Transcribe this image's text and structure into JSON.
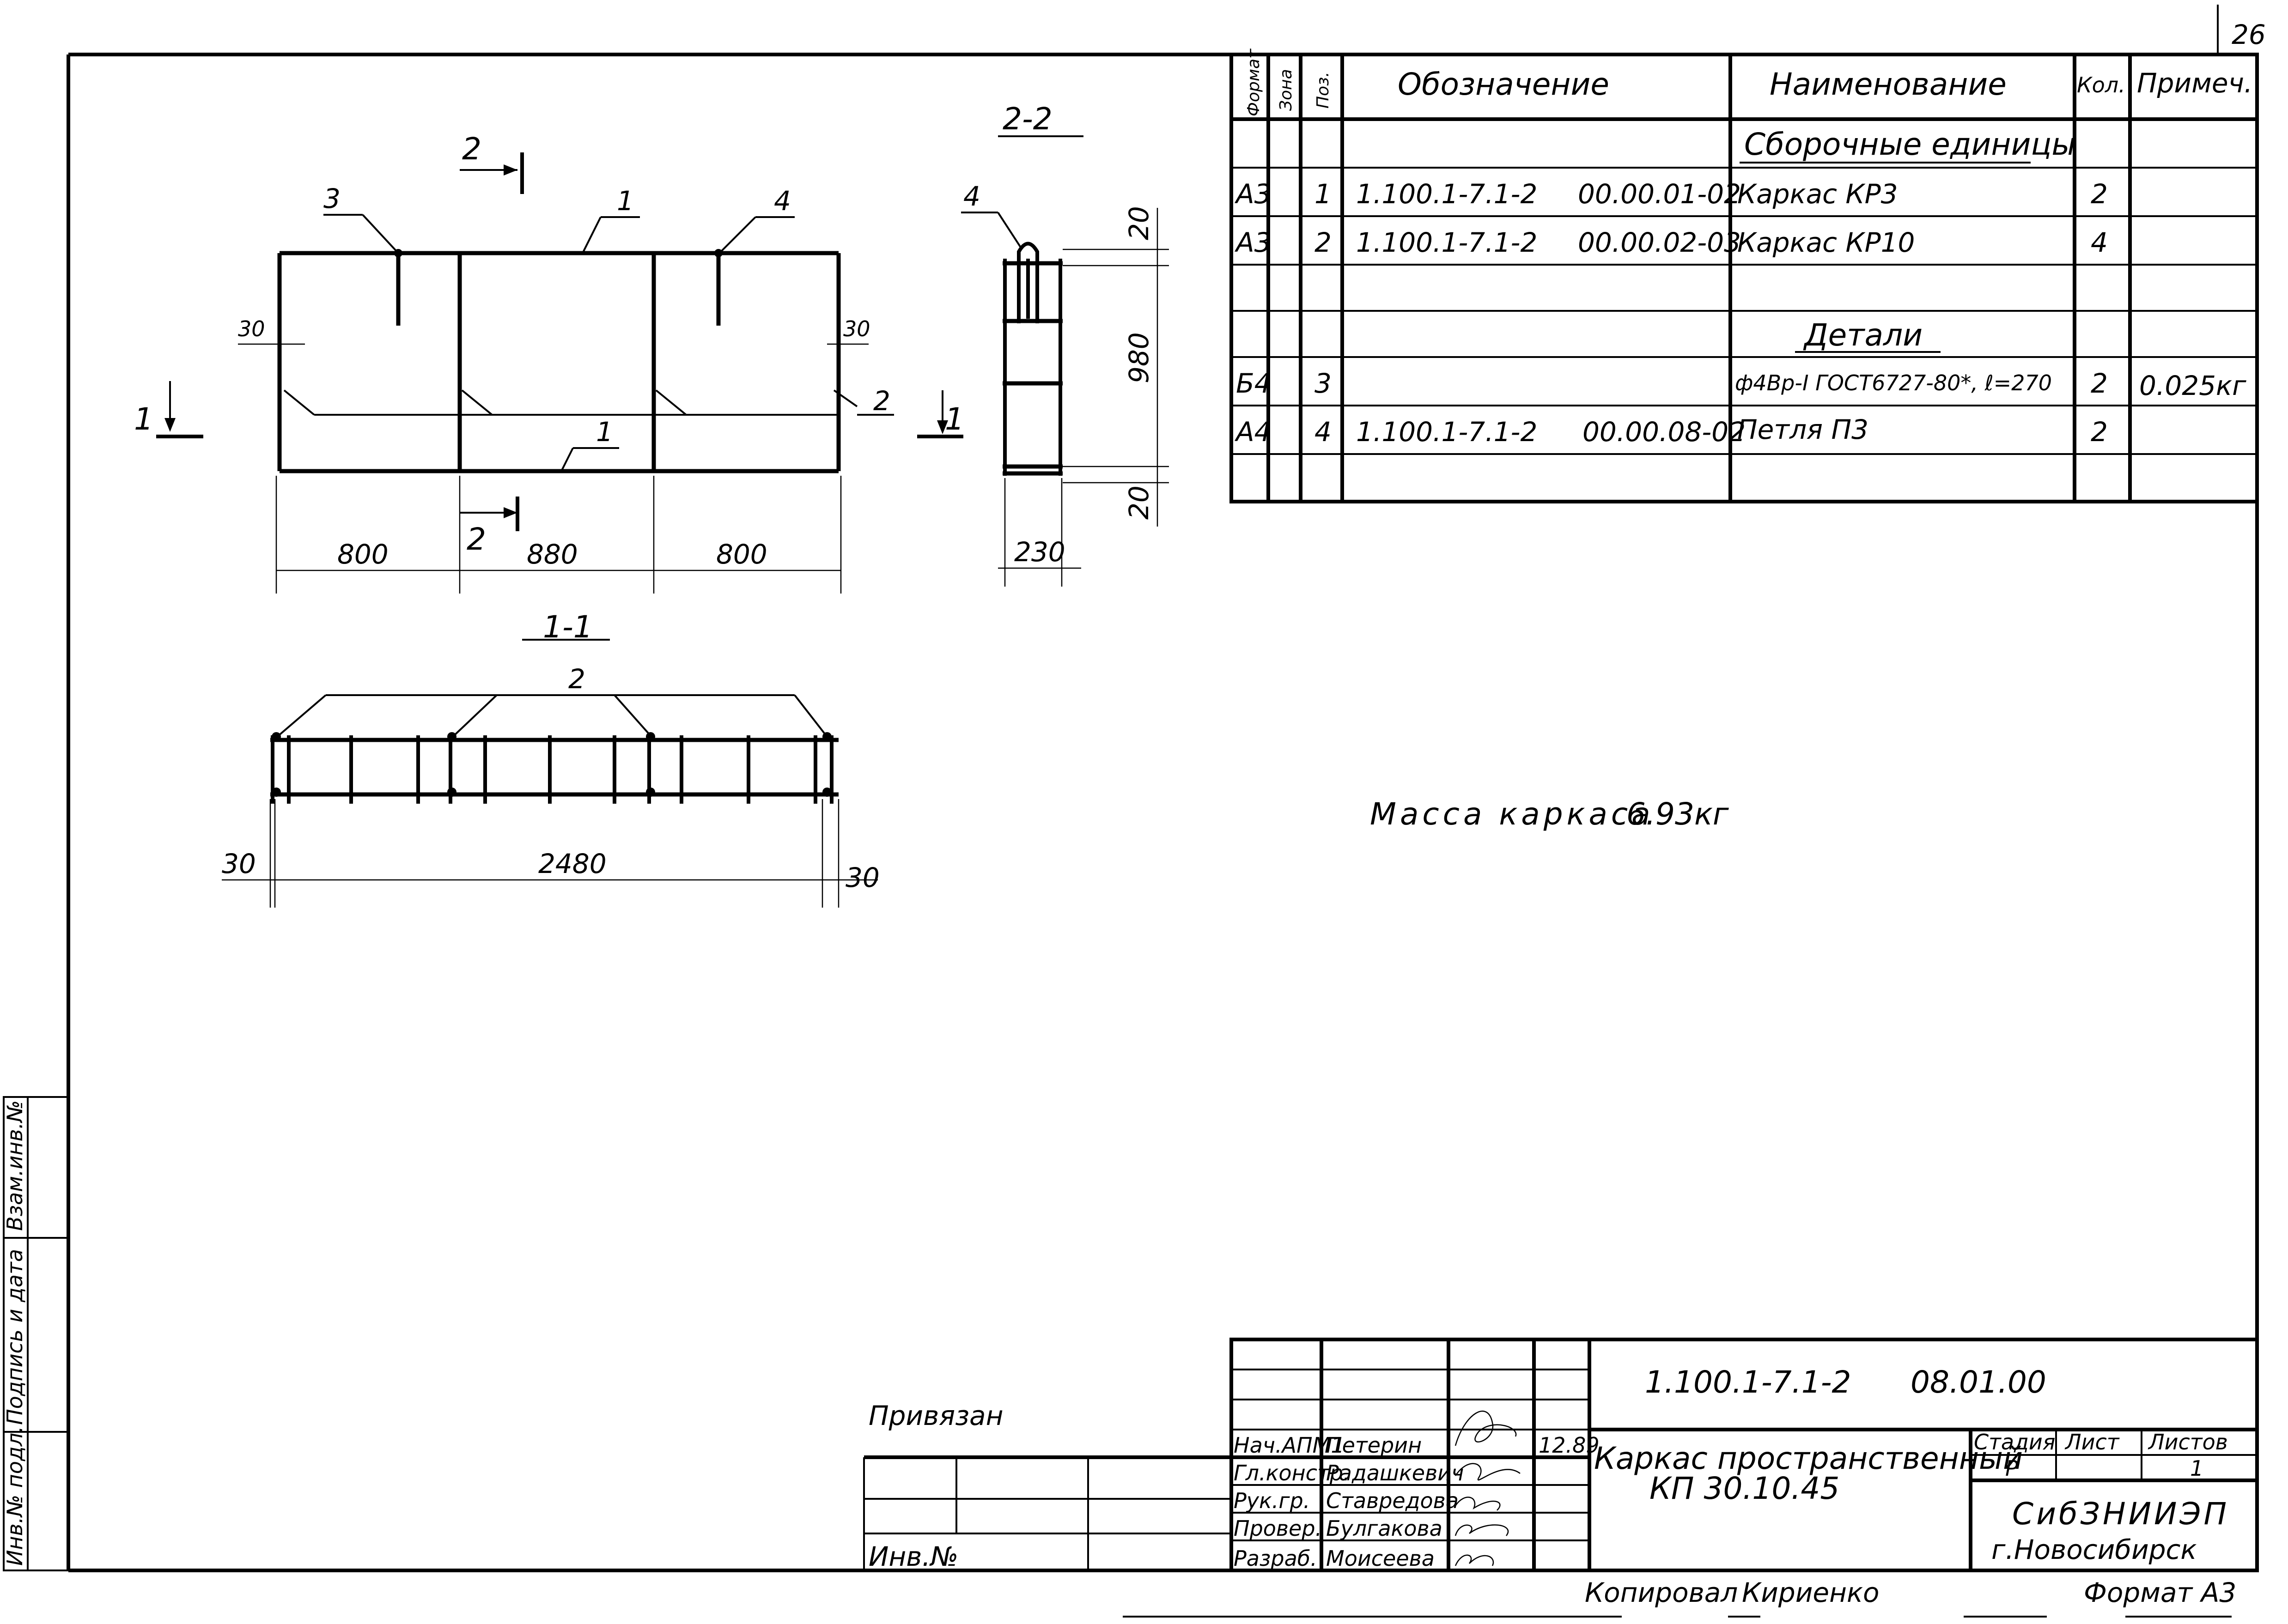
{
  "sheet_number": "26",
  "views": {
    "section_22_title": "2-2",
    "section_11_title": "1-1",
    "cut_mark_2": "2",
    "cut_mark_1": "1",
    "leaders": {
      "p1": "1",
      "p2": "2",
      "p3": "3",
      "p4": "4"
    },
    "dims": {
      "d30": "30",
      "d800": "800",
      "d880": "880",
      "d20": "20",
      "d980": "980",
      "d230": "230",
      "d2480": "2480"
    }
  },
  "spec": {
    "headers": {
      "format": "Формат",
      "zone": "Зона",
      "pos": "Поз.",
      "designation": "Обозначение",
      "name": "Наименование",
      "qty": "Кол.",
      "note": "Примеч."
    },
    "section_assembly": "Сборочные единицы",
    "section_details": "Детали",
    "rows": [
      {
        "format": "А3",
        "pos": "1",
        "doc": "1.100.1-7.1-2",
        "code": "00.00.01-02",
        "name": "Каркас КР3",
        "qty": "2",
        "note": ""
      },
      {
        "format": "А3",
        "pos": "2",
        "doc": "1.100.1-7.1-2",
        "code": "00.00.02-03",
        "name": "Каркас КР10",
        "qty": "4",
        "note": ""
      },
      {
        "format": "Б4",
        "pos": "3",
        "doc": "",
        "code": "",
        "name": "ф4Вр-I ГОСТ6727-80*, ℓ=270",
        "qty": "2",
        "note": "0.025кг"
      },
      {
        "format": "А4",
        "pos": "4",
        "doc": "1.100.1-7.1-2",
        "code": "00.00.08-02",
        "name": "Петля П3",
        "qty": "2",
        "note": ""
      }
    ]
  },
  "mass_label": "Масса каркаса",
  "mass_value": "6.93кг",
  "side_stamp": {
    "inv_podl": "Инв.№ подл.",
    "sign_date": "Подпись и дата",
    "vzam_inv": "Взам.инв.№"
  },
  "bind_block": {
    "privyazan": "Привязан",
    "inv_no": "Инв.№"
  },
  "title_block": {
    "doc_code": "1.100.1-7.1-2",
    "doc_suffix": "08.01.00",
    "date": "12.89",
    "roles": [
      {
        "role": "Нач.АПМ1",
        "name": "Петерин"
      },
      {
        "role": "Гл.констр.",
        "name": "Радашкевич"
      },
      {
        "role": "Рук.гр.",
        "name": "Ставредова"
      },
      {
        "role": "Провер.",
        "name": "Булгакова"
      },
      {
        "role": "Разраб.",
        "name": "Моисеева"
      }
    ],
    "item_name": "Каркас пространственный",
    "item_mark": "КП 30.10.45",
    "stage_label": "Стадия",
    "sheet_label": "Лист",
    "sheets_label": "Листов",
    "stage": "Р",
    "sheet": "",
    "sheets": "1",
    "org": "СибЗНИИЭП",
    "city": "г.Новосибирск"
  },
  "footer": {
    "copied_label": "Копировал",
    "copied_name": "Кириенко",
    "format": "Формат А3"
  }
}
